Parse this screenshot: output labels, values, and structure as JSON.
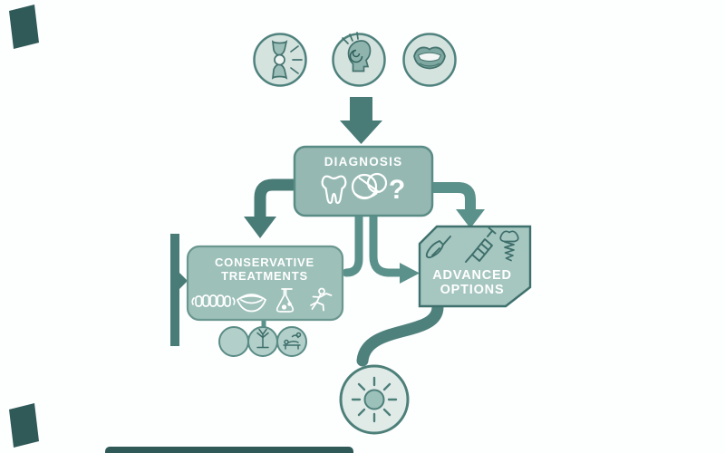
{
  "diagram_title": "TMJ symptom-to-treatment flowchart",
  "symptoms": {
    "items": [
      {
        "icon": "joint-pain-icon"
      },
      {
        "icon": "headache-icon"
      },
      {
        "icon": "mouth-pain-icon"
      }
    ]
  },
  "diagnosis": {
    "label": "DIAGNOSIS",
    "glyph": "?",
    "icons": [
      "tooth-icon",
      "tangle-knot-icon",
      "question-mark-icon"
    ]
  },
  "conservative": {
    "line1": "CONSERVATIVE",
    "line2": "TREATMENTS",
    "icons": [
      "dental-splint-icon",
      "smile-icon",
      "medication-flask-icon",
      "exercise-icon"
    ],
    "sub_icons": [
      "therapy-blank-icon",
      "stretch-posture-icon",
      "massage-therapy-icon"
    ]
  },
  "advanced": {
    "line1": "ADVANCED",
    "line2": "OPTIONS",
    "icons": [
      "scalpel-icon",
      "syringe-icon",
      "dental-implant-icon"
    ]
  },
  "outcome": {
    "icon": "relief-sun-icon"
  },
  "colors": {
    "background": "#fdfefe",
    "circle_fill": "#d5e3df",
    "circle_border": "#4f827d",
    "diagnosis_fill": "#95b9b2",
    "diagnosis_border": "#5a8c86",
    "conservative_fill": "#9dc0b9",
    "conservative_border": "#6a9790",
    "advanced_fill": "#a6c6c0",
    "advanced_border": "#3e706c",
    "arrow_dark": "#497c77",
    "arrow_medium": "#5b918b",
    "decoration_dark": "#2f5a58",
    "icon_stroke": "#3d6e6a",
    "text": "#ffffff"
  }
}
